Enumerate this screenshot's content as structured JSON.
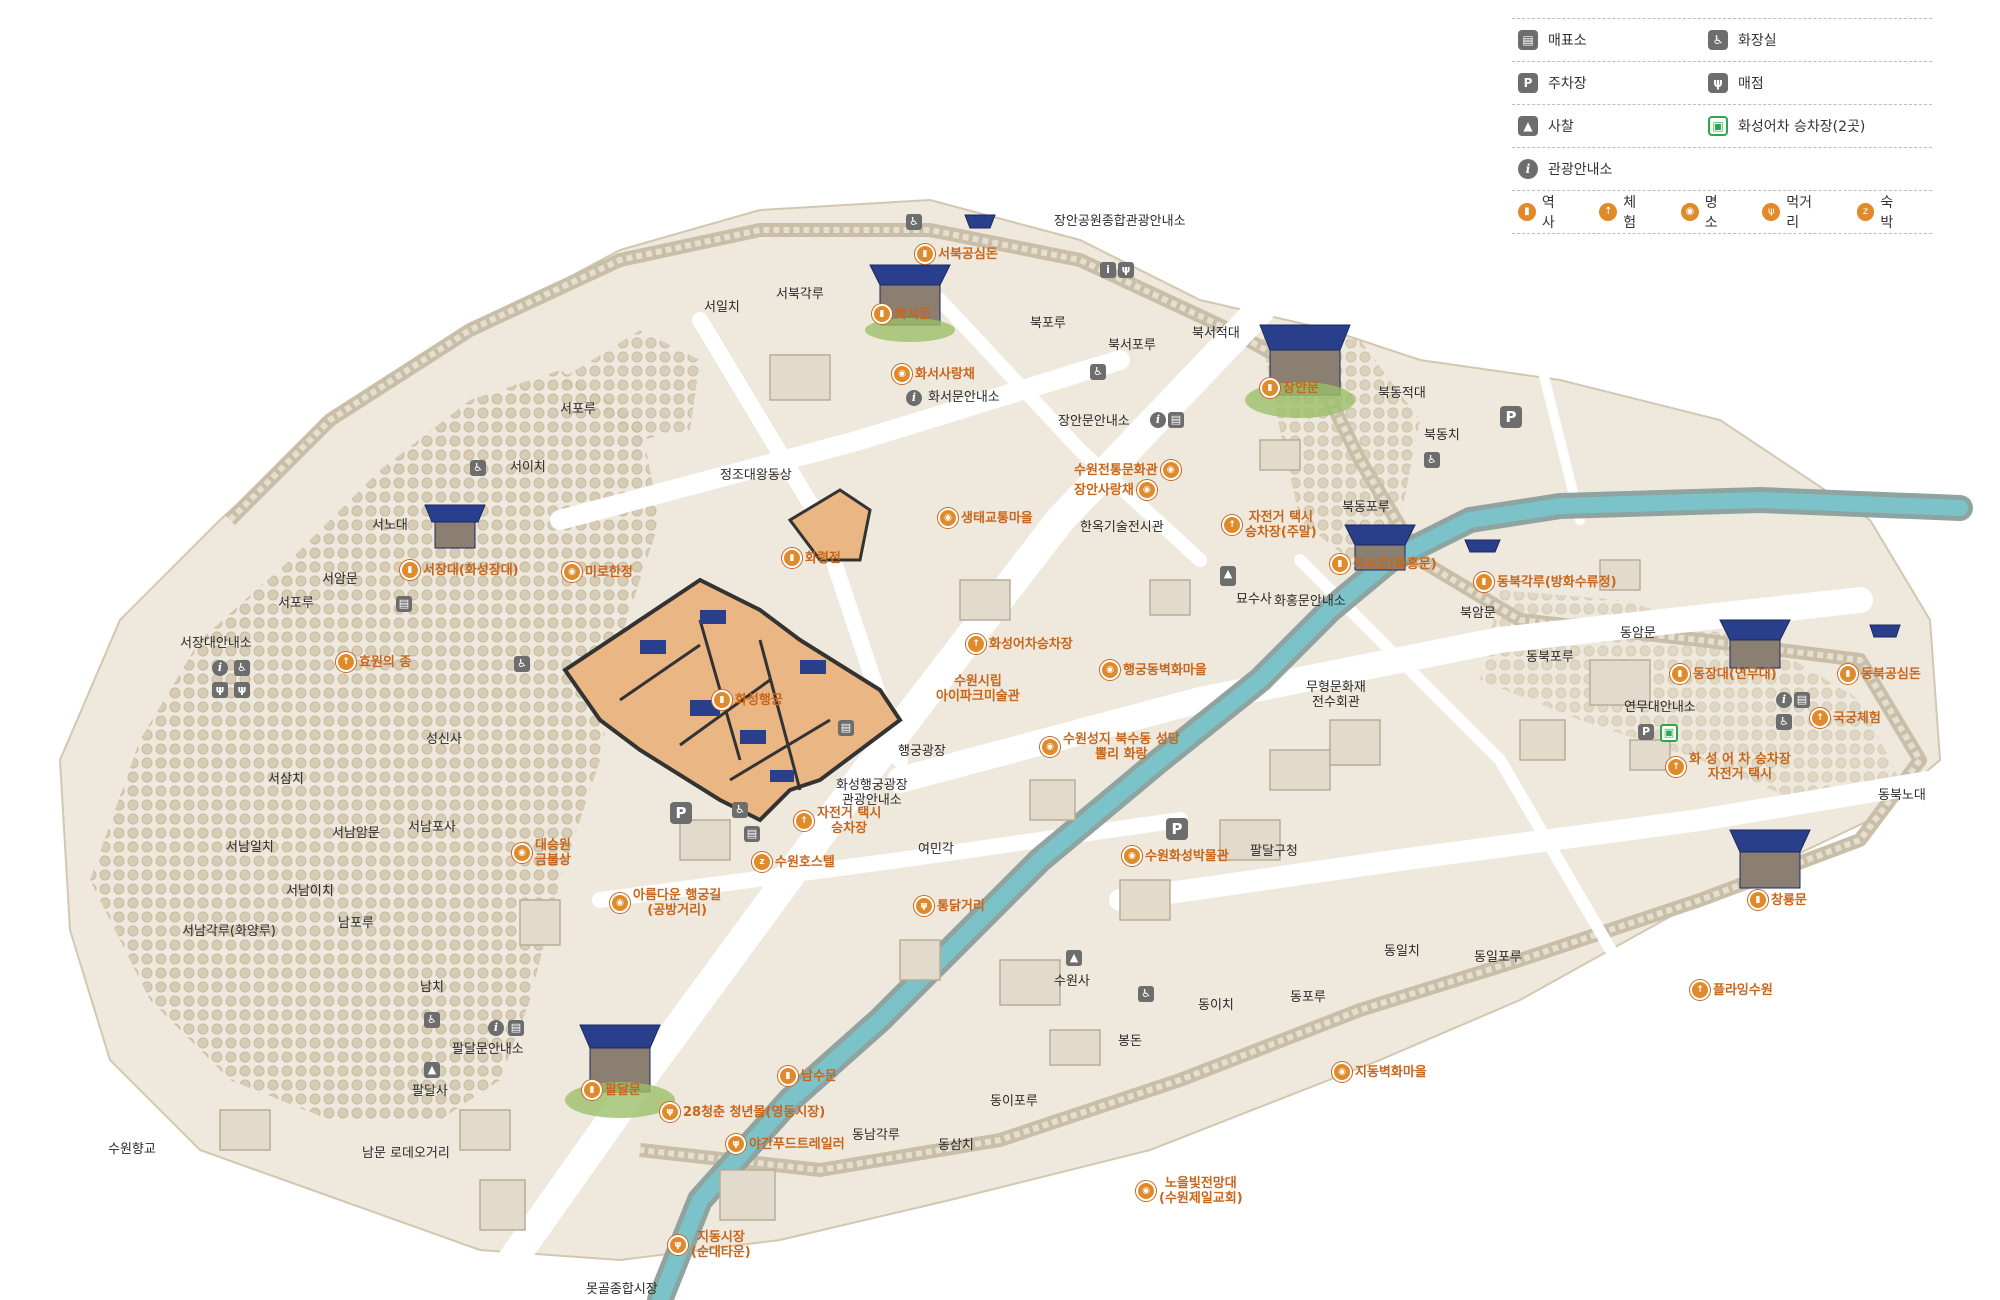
{
  "legend": {
    "facilities": [
      {
        "icon": "ticket-office-icon",
        "glyph": "▤",
        "label": "매표소"
      },
      {
        "icon": "restroom-icon",
        "glyph": "♿",
        "label": "화장실"
      },
      {
        "icon": "parking-icon",
        "glyph": "P",
        "label": "주차장"
      },
      {
        "icon": "restaurant-icon",
        "glyph": "ψ",
        "label": "매점"
      },
      {
        "icon": "temple-icon",
        "glyph": "▲",
        "label": "사찰"
      },
      {
        "icon": "tram-stop-icon",
        "glyph": "▣",
        "label": "화성어차 승차장(2곳)"
      },
      {
        "icon": "info-icon",
        "glyph": "i",
        "label": "관광안내소"
      }
    ],
    "categories": [
      {
        "icon": "history-pin-icon",
        "glyph": "▮",
        "label": "역사"
      },
      {
        "icon": "experience-pin-icon",
        "glyph": "↑",
        "label": "체험"
      },
      {
        "icon": "attraction-pin-icon",
        "glyph": "◉",
        "label": "명소"
      },
      {
        "icon": "food-pin-icon",
        "glyph": "ψ",
        "label": "먹거리"
      },
      {
        "icon": "lodging-pin-icon",
        "glyph": "z",
        "label": "숙박"
      }
    ]
  },
  "labels": {
    "seoilchi": "서일치",
    "seobukgakru": "서북각루",
    "seoporu": "서포루",
    "seoichi": "서이치",
    "seonodae": "서노대",
    "seoammun": "서암문",
    "seoporu2": "서포루",
    "seojangdae_info": "서장대안내소",
    "seongsinsa": "성신사",
    "seosamchi": "서삼치",
    "seonamammun": "서남암문",
    "seonampos": "서남포사",
    "seonamilchi": "서남일치",
    "seonamichi": "서남이치",
    "seonamgakru": "서남각루(화양루)",
    "namporu": "남포루",
    "namchi": "남치",
    "paldal_info": "팔달문안내소",
    "paldalsa": "팔달사",
    "suwon_hyanggyo": "수원향교",
    "rodeo": "남문 로데오거리",
    "jeongjo_statue": "정조대왕동상",
    "haenggung_plaza": "행궁광장",
    "haenggung_info": "화성행궁광장\n관광안내소",
    "yeomingak": "여민각",
    "suwonsa": "수원사",
    "bongdon": "봉돈",
    "dongichi": "동이치",
    "dongiporu": "동이포루",
    "dongsamchi": "동삼치",
    "dongnamgakru": "동남각루",
    "dongporu": "동포루",
    "dongilchi": "동일치",
    "dongiporu2": "동일포루",
    "dongbuknodae": "동북노대",
    "dongammun": "동암문",
    "dongbukporu": "동북포루",
    "yeonmu_info": "연무대안내소",
    "cultural_center": "무형문화재\n전수회관",
    "hwahong_info": "화홍문안내소",
    "myosusa": "묘수사",
    "bukammun": "북암문",
    "bukporu": "북동포루",
    "bukdongchi": "북동치",
    "bukdongjeokdae": "북동적대",
    "bukseojeokdae": "북서적대",
    "bukseoporu": "북서포루",
    "bukporu2": "북포루",
    "janganmun_info": "장안문안내소",
    "jangan_park_info": "장안공원종합관광안내소",
    "hwaseomun_info": "화서문안내소",
    "hanok_hall": "한옥기술전시관",
    "paldal_gucheong": "팔달구청",
    "market": "못골종합시장"
  },
  "pois": {
    "seobuk_gongsimdon": "서북공심돈",
    "hwaseomun": "화서문",
    "hwaseo_sarangchae": "화서사랑채",
    "janganmun": "장안문",
    "jangan_culture": "수원전통문화관",
    "jangan_sarangchae": "장안사랑채",
    "eco_village": "생태교통마을",
    "bike_taxi_n": "자전거 택시\n승차장(주말)",
    "buksumun": "북수문(화홍문)",
    "dongbukgakru": "동북각루(방화수류정)",
    "seojangdae": "서장대(화성장대)",
    "mirohanjeong": "미로한정",
    "hwaryeongjeon": "화령전",
    "hyowon_bell": "효원의 종",
    "hwaseong_haenggung": "화성행궁",
    "tram_stop_w": "화성어차승차장",
    "haenggung_mural": "행궁동벽화마을",
    "ipark_museum": "수원시립\n아이파크미술관",
    "cathedral": "수원성지 북수동 성당\n뽈리 화랑",
    "dongjangdae": "동장대(연무대)",
    "dongbuk_gongsimdon": "동북공심돈",
    "palace_experience": "국궁체험",
    "tram_bike_e": "화 성 어 차  승차장\n자전거 택시",
    "hwaseong_museum": "수원화성박물관",
    "bike_taxi_w": "자전거 택시\n승차장",
    "suwon_hostel": "수원호스텔",
    "daeseungwon": "대승원\n금불상",
    "areumdaun": "아름다운 행궁길\n(공방거리)",
    "tongdak": "통닭거리",
    "changnyongmun": "창룡문",
    "flying_suwon": "플라잉수원",
    "jidong_mural": "지동벽화마을",
    "paldalmun": "팔달문",
    "namsumun": "남수문",
    "youth_market": "28청춘 청년몰(영동시장)",
    "night_food": "야간푸드트레일러",
    "jidong_market": "지동시장\n(순대타운)",
    "noeul_tower": "노을빛전망대\n(수원제일교회)"
  },
  "colors": {
    "ground": "#efe8dc",
    "road": "#ffffff",
    "hill": "#d9cfb9",
    "stream": "#7cc3c9",
    "poi": "#c8661c",
    "roof": "#2a3f8c",
    "wall": "#c9bfa9"
  }
}
